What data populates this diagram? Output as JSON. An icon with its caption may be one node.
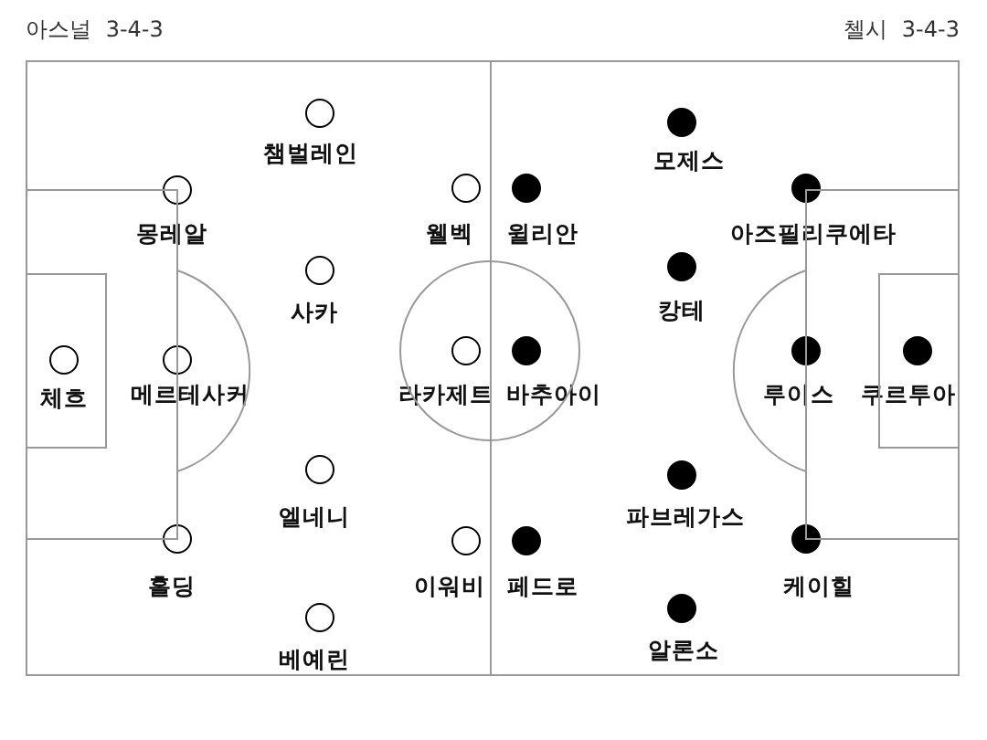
{
  "diagram": {
    "nodes": [
      {
        "text": [],
        "shape": "box"
      },
      {
        "text": [],
        "shape": "box"
      },
      {
        "text": [
          "체흐"
        ],
        "in": 0
      },
      {
        "text": [
          "몽레알"
        ],
        "in": 0
      },
      {
        "text": [
          "메르테사커"
        ],
        "in": 0
      },
      {
        "text": [
          "홀딩"
        ],
        "in": 0
      },
      {
        "text": [
          "챔벌레인"
        ],
        "in": 0
      },
      {
        "text": [
          "사카"
        ],
        "in": 0
      },
      {
        "text": [
          "엘네니"
        ],
        "in": 0
      },
      {
        "text": [
          "베예린"
        ],
        "in": 0
      },
      {
        "text": [
          "웰벡"
        ],
        "in": 0
      },
      {
        "text": [
          "라카제트"
        ],
        "in": 0
      },
      {
        "text": [
          "이워비"
        ],
        "in": 0
      },
      {
        "text": [
          "윌리안"
        ],
        "in": 1
      },
      {
        "text": [
          "바추아이"
        ],
        "in": 1
      },
      {
        "text": [
          "페드로"
        ],
        "in": 1
      },
      {
        "text": [
          "모제스"
        ],
        "in": 1
      },
      {
        "text": [
          "캉테"
        ],
        "in": 1
      },
      {
        "text": [
          "파브레가스"
        ],
        "in": 1
      },
      {
        "text": [
          "알론소"
        ],
        "in": 1
      },
      {
        "text": [
          "아즈필리쿠에타"
        ],
        "in": 1
      },
      {
        "text": [
          "루이스"
        ],
        "in": 1
      },
      {
        "text": [
          "케이힐"
        ],
        "in": 1
      },
      {
        "text": [
          "쿠르투아"
        ],
        "in": 1
      }
    ],
    "labels": [
      "아스널 3-4-3",
      "첼시 3-4-3"
    ]
  }
}
